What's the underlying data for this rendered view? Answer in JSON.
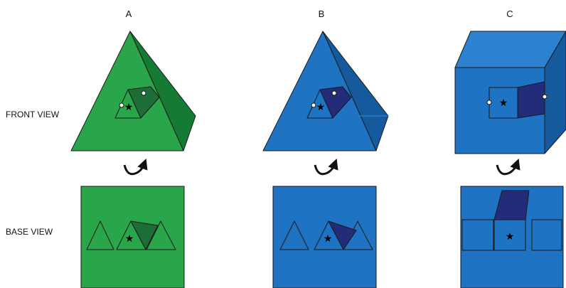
{
  "columns": {
    "a": "A",
    "b": "B",
    "c": "C"
  },
  "rows": {
    "front": "FRONT VIEW",
    "base": "BASE VIEW"
  },
  "star_glyph": "★",
  "colors": {
    "green_face": "#2aa64a",
    "green_side": "#157a34",
    "green_flap": "#1c6e36",
    "blue_face": "#1e73c2",
    "blue_side": "#155a9d",
    "navy_flap": "#232c78",
    "blue_top": "#2c82d0",
    "rotate_arrow": "#111111"
  },
  "icons": {
    "rotate": "curved-rotate-arrow-icon",
    "star": "star-icon"
  }
}
